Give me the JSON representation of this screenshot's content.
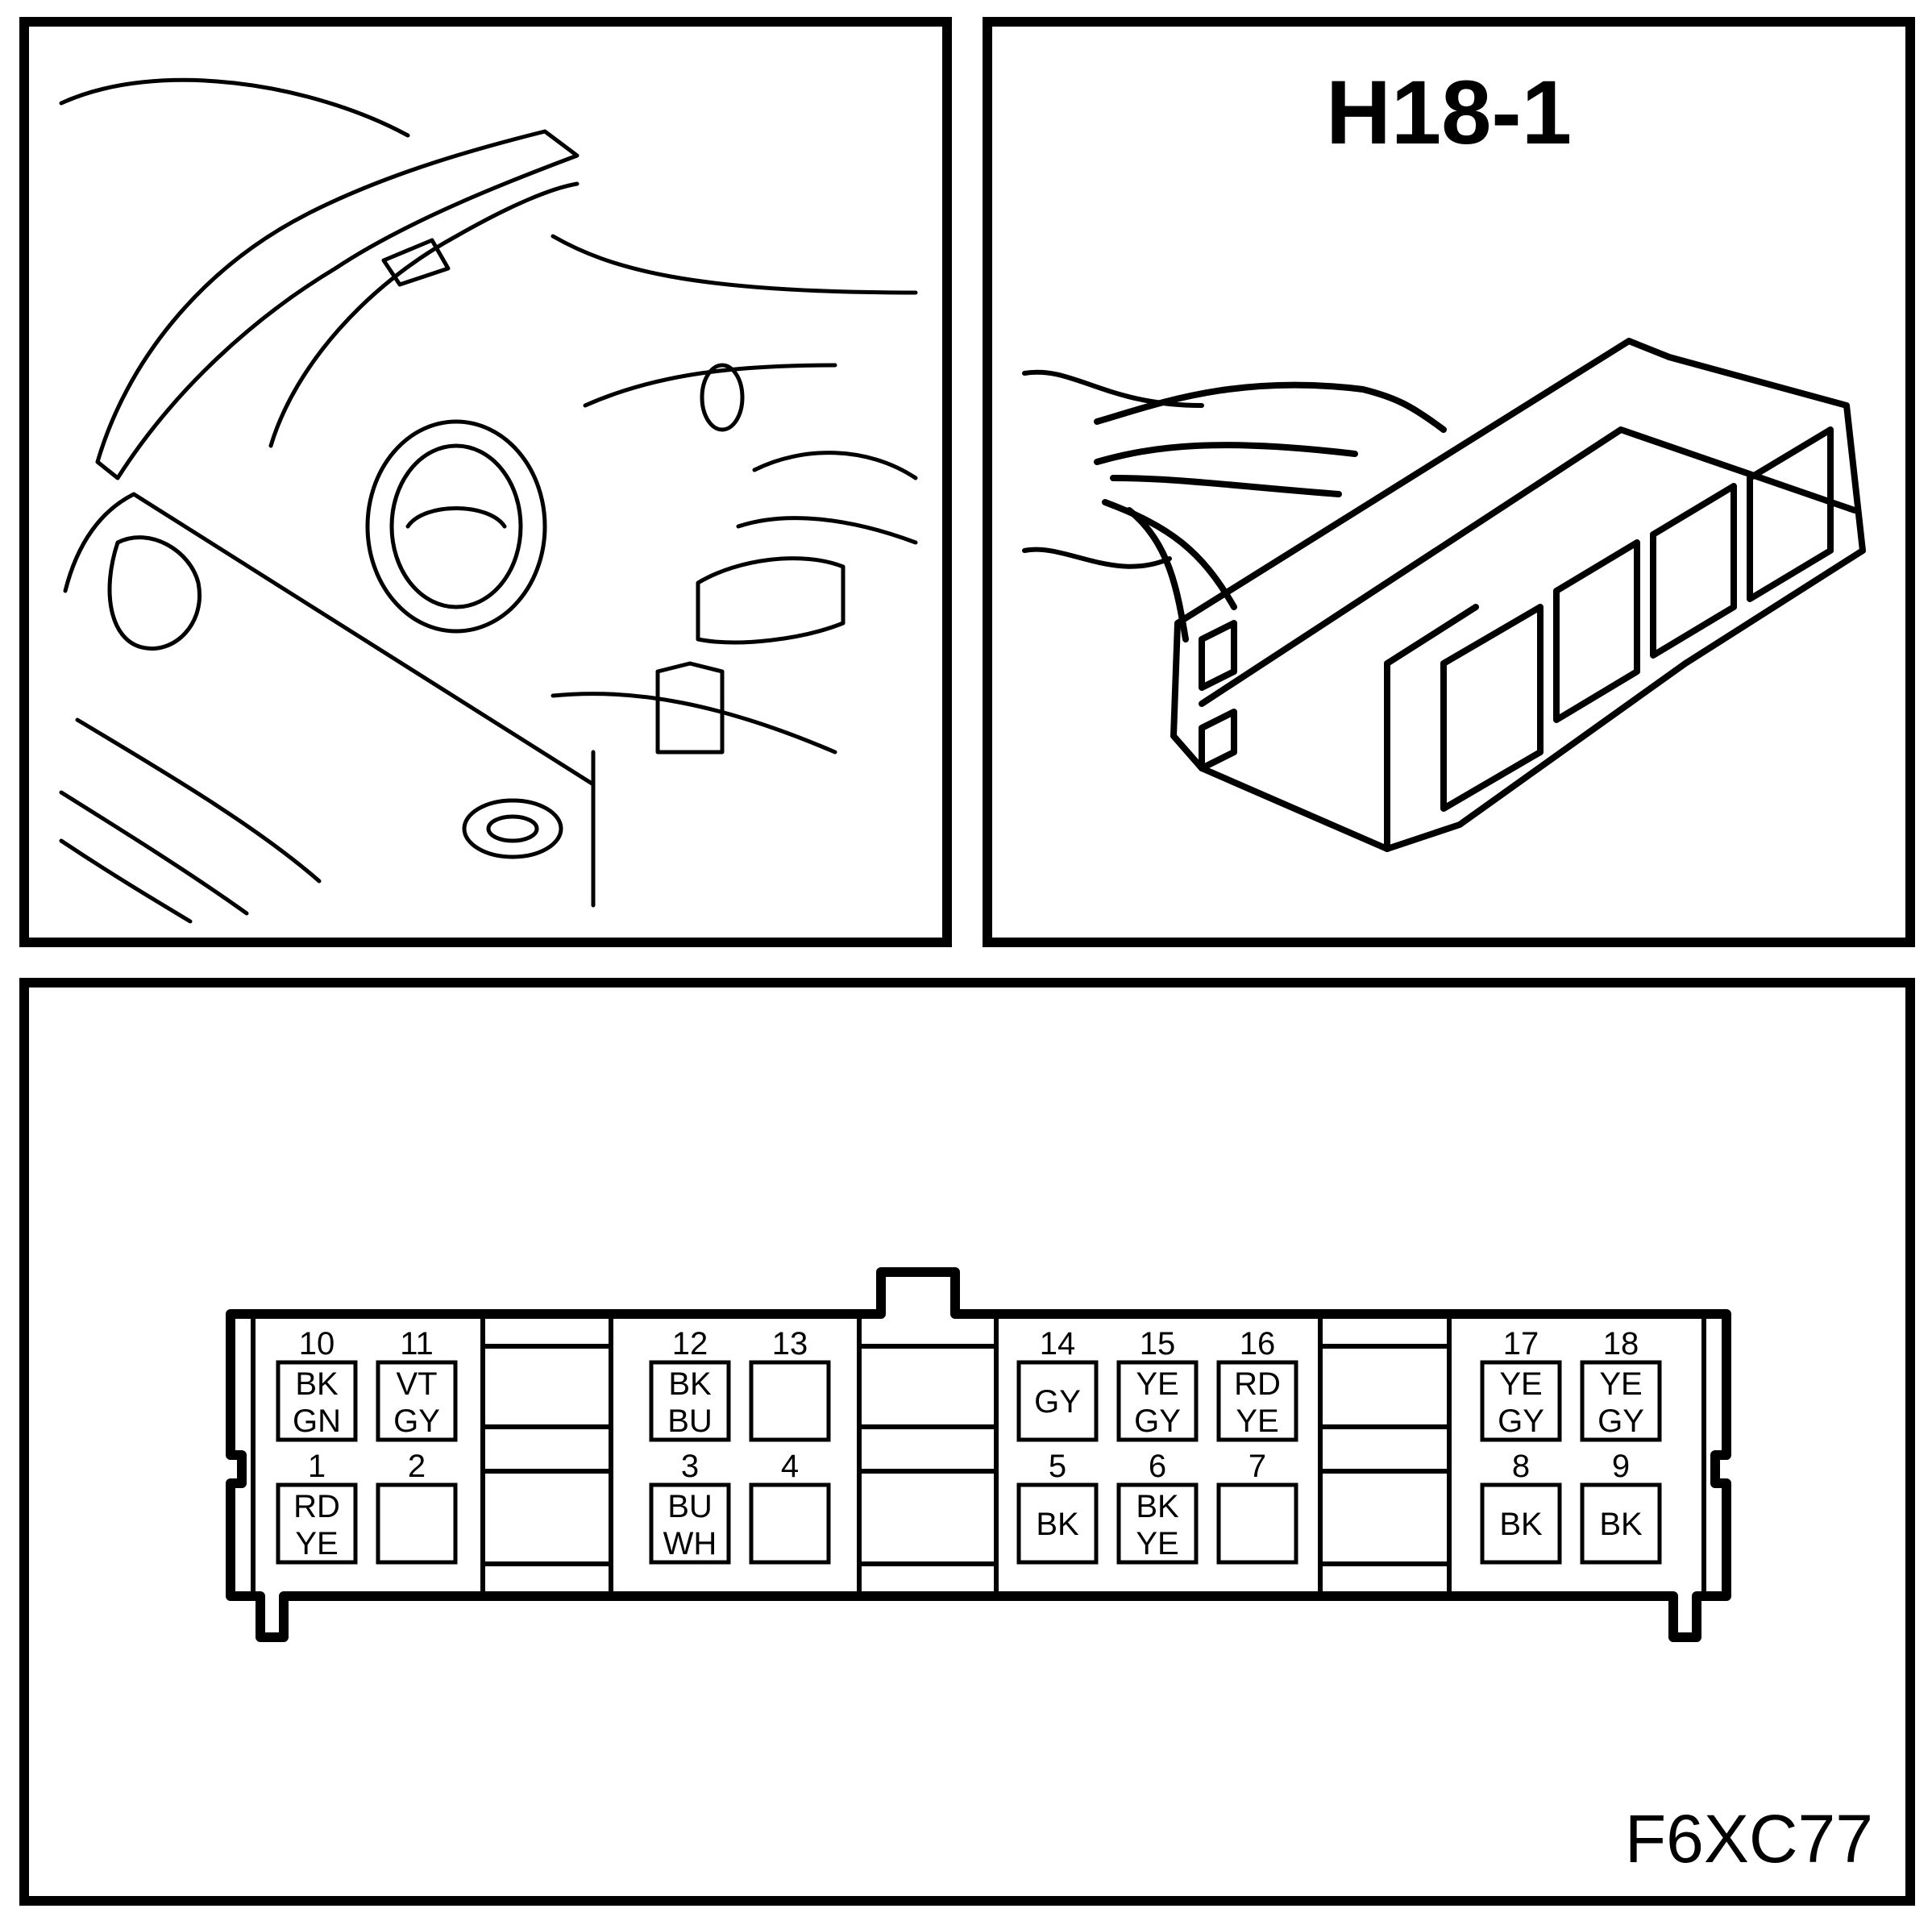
{
  "connector": {
    "id": "H18-1",
    "diagram_code": "F6XC77"
  },
  "pins": [
    {
      "number": "10",
      "colors": [
        "BK",
        "GN"
      ]
    },
    {
      "number": "11",
      "colors": [
        "VT",
        "GY"
      ]
    },
    {
      "number": "12",
      "colors": [
        "BK",
        "BU"
      ]
    },
    {
      "number": "13",
      "colors": []
    },
    {
      "number": "14",
      "colors": [
        "GY"
      ]
    },
    {
      "number": "15",
      "colors": [
        "YE",
        "GY"
      ]
    },
    {
      "number": "16",
      "colors": [
        "RD",
        "YE"
      ]
    },
    {
      "number": "17",
      "colors": [
        "YE",
        "GY"
      ]
    },
    {
      "number": "18",
      "colors": [
        "YE",
        "GY"
      ]
    },
    {
      "number": "1",
      "colors": [
        "RD",
        "YE"
      ]
    },
    {
      "number": "2",
      "colors": []
    },
    {
      "number": "3",
      "colors": [
        "BU",
        "WH"
      ]
    },
    {
      "number": "4",
      "colors": []
    },
    {
      "number": "5",
      "colors": [
        "BK"
      ]
    },
    {
      "number": "6",
      "colors": [
        "BK",
        "YE"
      ]
    },
    {
      "number": "7",
      "colors": []
    },
    {
      "number": "8",
      "colors": [
        "BK"
      ]
    },
    {
      "number": "9",
      "colors": [
        "BK"
      ]
    }
  ]
}
